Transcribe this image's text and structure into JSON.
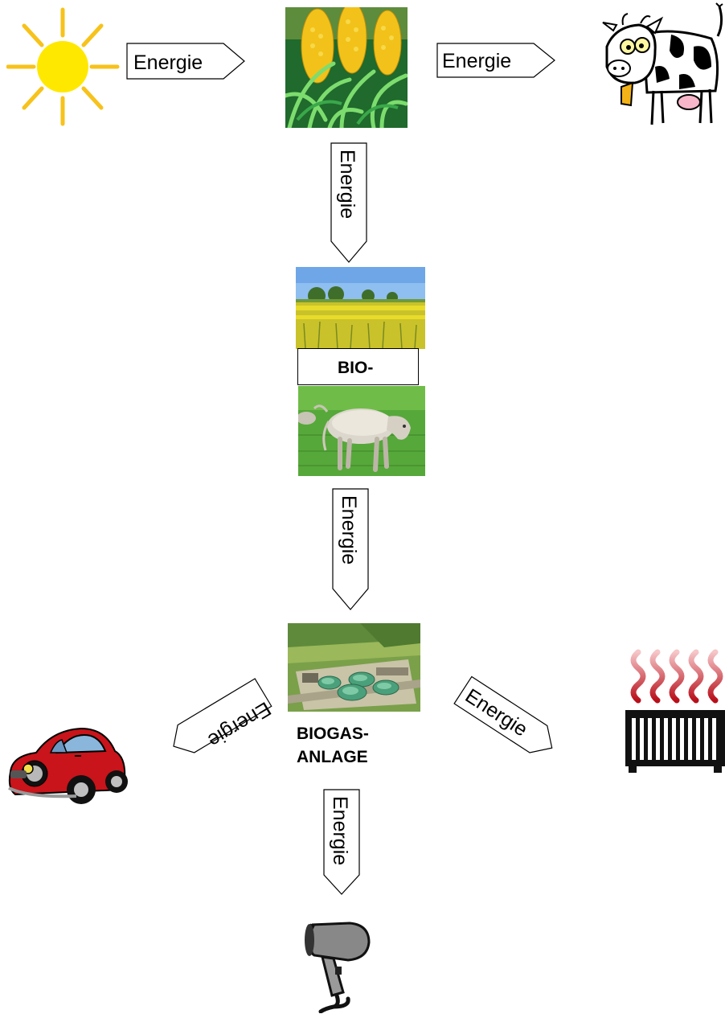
{
  "arrows": {
    "sun_to_corn": "Energie",
    "corn_to_cow": "Energie",
    "corn_to_bio": "Energie",
    "bio_to_plant": "Energie",
    "plant_to_car": "Energie",
    "plant_to_heater": "Energie",
    "plant_to_dryer": "Energie"
  },
  "labels": {
    "bio": "BIO-",
    "plant_line1": "BIOGAS-",
    "plant_line2": "ANLAGE"
  },
  "colors": {
    "sun": "#ffe800",
    "sun_rays": "#f7c21a",
    "corn": "#f2c21a",
    "leaf": "#2e9e3e",
    "car": "#c8141a",
    "heater_steam": "#b80f1a",
    "field": "#c9c22a",
    "grass": "#56a83a",
    "sky": "#8fbef0"
  },
  "icons": [
    "sun-icon",
    "corn-image",
    "cow-icon",
    "rapeseed-field-image",
    "bull-image",
    "biogas-plant-image",
    "car-icon",
    "heater-icon",
    "hairdryer-icon"
  ]
}
